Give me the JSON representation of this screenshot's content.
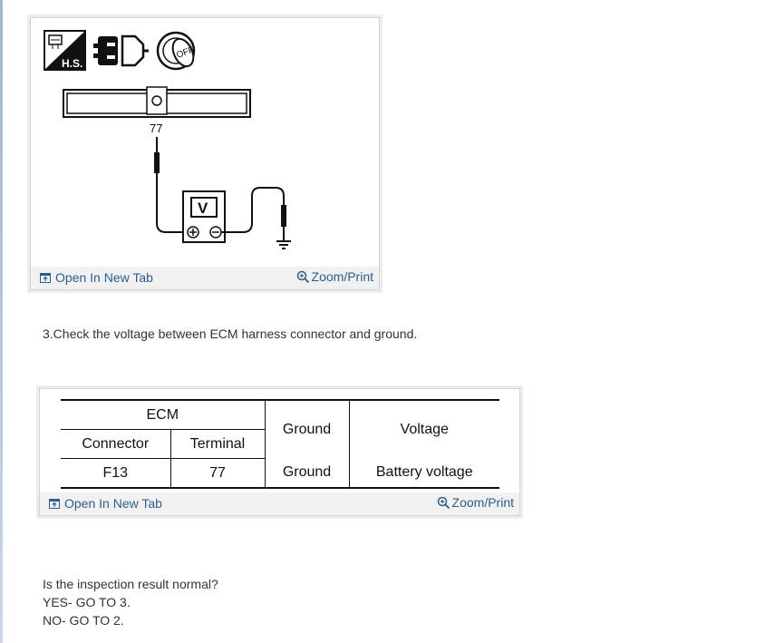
{
  "figure1": {
    "terminal_label": "77",
    "meter_symbol": "V",
    "icons": [
      "hs-harness-icon",
      "connector-disconnected-icon",
      "ignition-off-key-icon"
    ],
    "ignition_text": "OFF",
    "hs_text": "H.S.",
    "open_tab_label": "Open In New Tab",
    "zoom_label": "Zoom/Print"
  },
  "step": {
    "text": "3.Check the voltage between ECM harness connector and ground."
  },
  "figure2": {
    "table": {
      "group_header": "ECM",
      "headers": [
        "Connector",
        "Terminal",
        "Ground",
        "Voltage"
      ],
      "row": [
        "F13",
        "77",
        "Ground",
        "Battery voltage"
      ]
    },
    "open_tab_label": "Open In New Tab",
    "zoom_label": "Zoom/Print"
  },
  "question": {
    "prompt": "Is the inspection result normal?",
    "yes": "YES- GO TO 3.",
    "no": "NO- GO TO 2."
  },
  "colors": {
    "link": "#2c5d8f",
    "footer_bg": "#f1f1f1",
    "text": "#333333"
  }
}
